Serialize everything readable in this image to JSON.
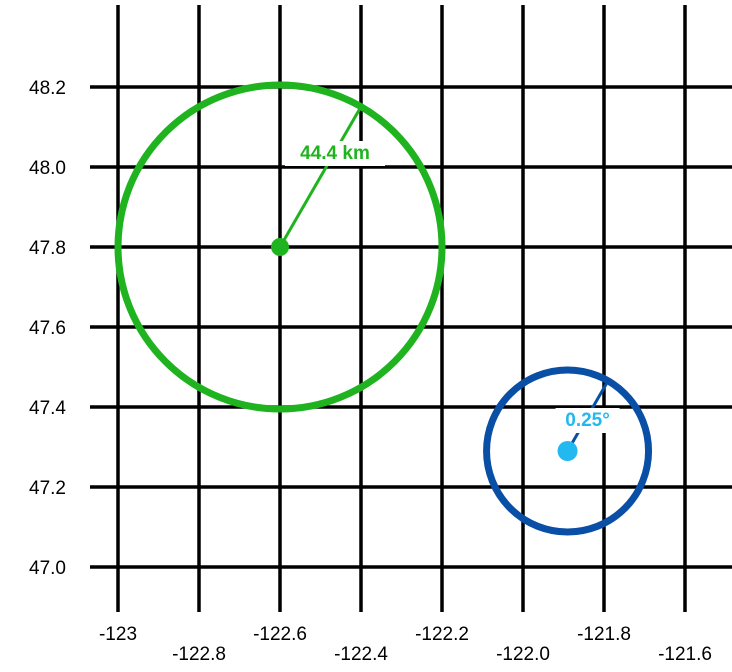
{
  "map": {
    "x_ticks": [
      "-123",
      "-122.8",
      "-122.6",
      "-122.4",
      "-122.2",
      "-122.0",
      "-121.8",
      "-121.6"
    ],
    "x_values": [
      -123.0,
      -122.8,
      -122.6,
      -122.4,
      -122.2,
      -122.0,
      -121.8,
      -121.6
    ],
    "y_ticks": [
      "48.2",
      "48.0",
      "47.8",
      "47.6",
      "47.4",
      "47.2",
      "47.0"
    ],
    "y_values": [
      48.2,
      48.0,
      47.8,
      47.6,
      47.4,
      47.2,
      47.0
    ],
    "circles": [
      {
        "lon": -122.6,
        "lat": 47.8,
        "radius_deg": 0.4,
        "color": "#1fb31f",
        "label": "44.4 km"
      },
      {
        "lon": -121.89,
        "lat": 47.29,
        "radius_deg": 0.2,
        "color": "#0a4fa6",
        "center_color": "#22b8f0",
        "label": "0.25°"
      }
    ],
    "grid_color": "#000000",
    "background": "#ffffff"
  }
}
